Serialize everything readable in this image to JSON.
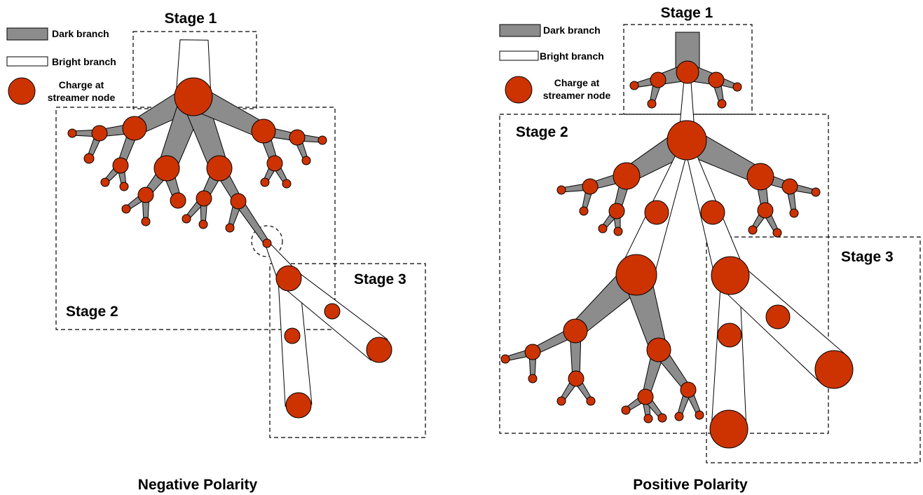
{
  "colors": {
    "dark_branch": "#8c8c8c",
    "bright_branch": "#ffffff",
    "charge": "#cc3300",
    "outline": "#000000",
    "frame": "#000000"
  },
  "legend": {
    "dark_branch": "Dark branch",
    "bright_branch": "Bright branch",
    "charge_line1": "Charge at",
    "charge_line2": "streamer node"
  },
  "negative": {
    "caption": "Negative Polarity",
    "stage1": "Stage 1",
    "stage2": "Stage 2",
    "stage3": "Stage 3"
  },
  "positive": {
    "caption": "Positive Polarity",
    "stage1": "Stage 1",
    "stage2": "Stage 2",
    "stage3": "Stage 3"
  }
}
